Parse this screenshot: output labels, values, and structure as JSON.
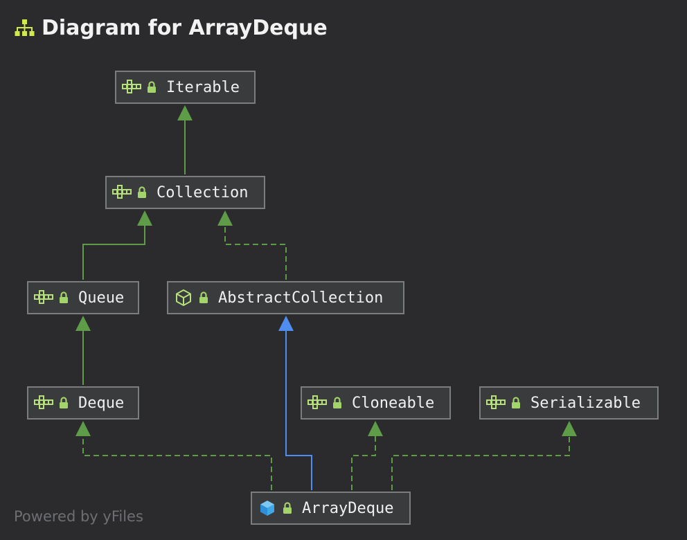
{
  "header": {
    "title": "Diagram for ArrayDeque",
    "icon": "hierarchy-icon"
  },
  "nodes": {
    "iterable": {
      "label": "Iterable",
      "kind": "interface",
      "icon": "interface-icon"
    },
    "collection": {
      "label": "Collection",
      "kind": "interface",
      "icon": "interface-icon"
    },
    "queue": {
      "label": "Queue",
      "kind": "interface",
      "icon": "interface-icon"
    },
    "abstract_collection": {
      "label": "AbstractCollection",
      "kind": "abstract-class",
      "icon": "abstract-class-icon"
    },
    "deque": {
      "label": "Deque",
      "kind": "interface",
      "icon": "interface-icon"
    },
    "cloneable": {
      "label": "Cloneable",
      "kind": "interface",
      "icon": "interface-icon"
    },
    "serializable": {
      "label": "Serializable",
      "kind": "interface",
      "icon": "interface-icon"
    },
    "array_deque": {
      "label": "ArrayDeque",
      "kind": "class",
      "icon": "class-icon"
    }
  },
  "edges": [
    {
      "from": "Collection",
      "to": "Iterable",
      "type": "extends",
      "style": "solid",
      "color": "#5e9c48"
    },
    {
      "from": "Queue",
      "to": "Collection",
      "type": "extends",
      "style": "solid",
      "color": "#5e9c48"
    },
    {
      "from": "AbstractCollection",
      "to": "Collection",
      "type": "implements",
      "style": "dashed",
      "color": "#5e9c48"
    },
    {
      "from": "Deque",
      "to": "Queue",
      "type": "extends",
      "style": "solid",
      "color": "#5e9c48"
    },
    {
      "from": "ArrayDeque",
      "to": "AbstractCollection",
      "type": "extends",
      "style": "solid",
      "color": "#4f8ef0"
    },
    {
      "from": "ArrayDeque",
      "to": "Deque",
      "type": "implements",
      "style": "dashed",
      "color": "#5e9c48"
    },
    {
      "from": "ArrayDeque",
      "to": "Cloneable",
      "type": "implements",
      "style": "dashed",
      "color": "#5e9c48"
    },
    {
      "from": "ArrayDeque",
      "to": "Serializable",
      "type": "implements",
      "style": "dashed",
      "color": "#5e9c48"
    }
  ],
  "footer": {
    "text": "Powered by yFiles"
  },
  "colors": {
    "background": "#2b2b2d",
    "node_fill": "#3a3b3d",
    "node_border": "#7c7d7f",
    "interface_icon": "#b5e07a",
    "lock_icon": "#a3d36b",
    "class_icon": "#3fa8ea",
    "inheritance_edge": "#5e9c48",
    "class_inheritance_edge": "#4f8ef0"
  }
}
